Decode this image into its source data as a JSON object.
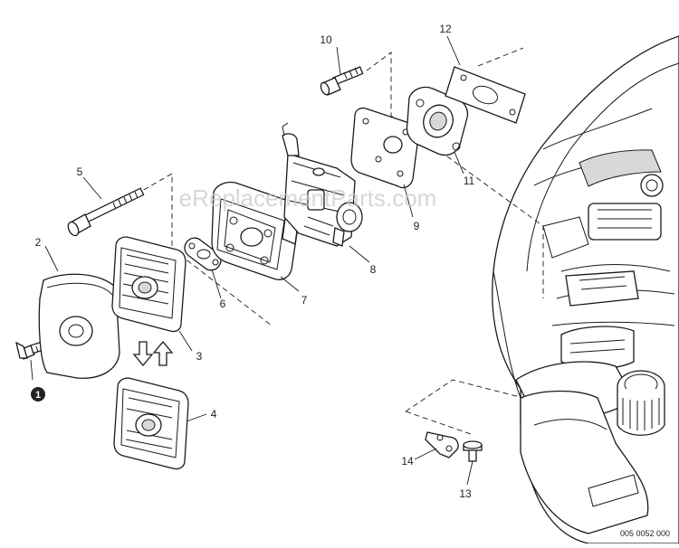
{
  "watermark": "eReplacementParts.com",
  "drawing_number": "005 0052 000",
  "callouts": {
    "c1": "1",
    "c2": "2",
    "c3": "3",
    "c4": "4",
    "c5": "5",
    "c6": "6",
    "c7": "7",
    "c8": "8",
    "c9": "9",
    "c10": "10",
    "c11": "11",
    "c12": "12",
    "c13": "13",
    "c14": "14"
  }
}
